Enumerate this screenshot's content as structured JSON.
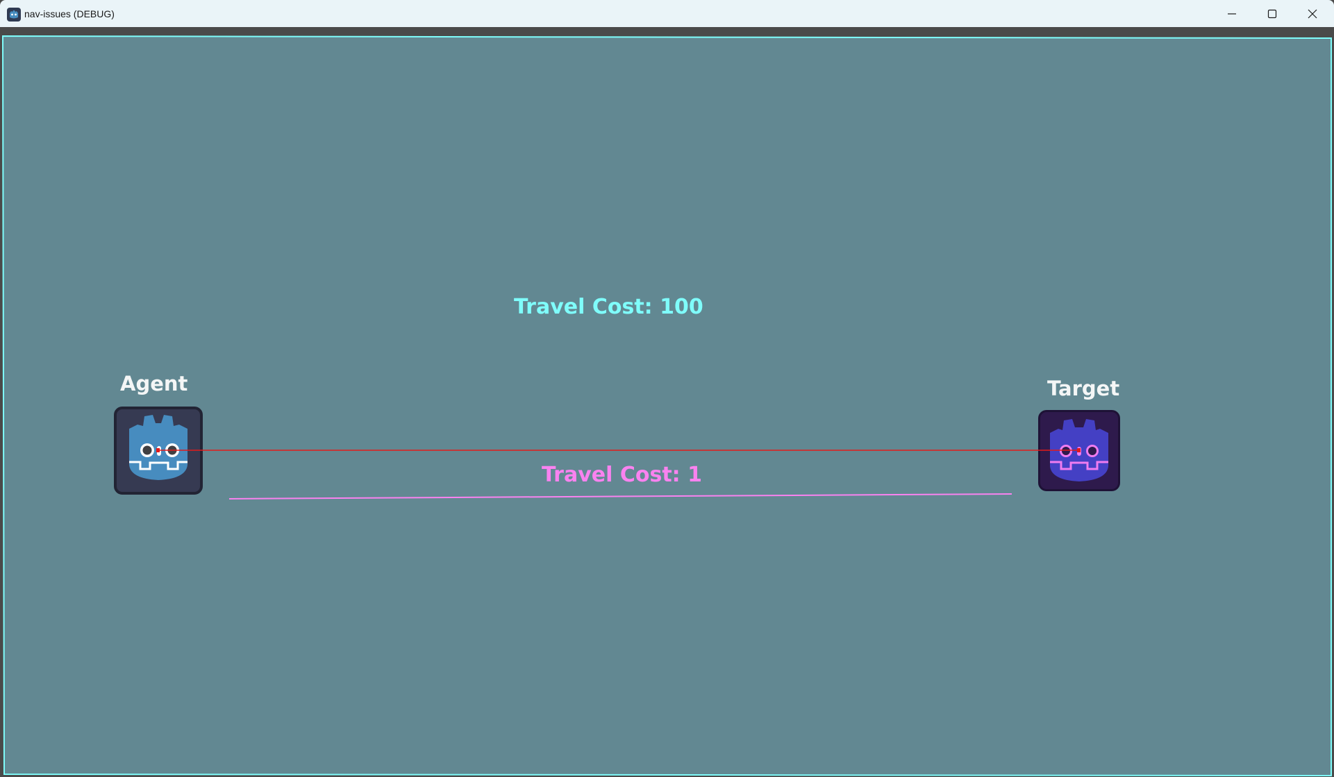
{
  "window": {
    "title": "nav-issues (DEBUG)",
    "controls": {
      "minimize": "minimize-icon",
      "maximize": "maximize-icon",
      "close": "close-icon"
    }
  },
  "scene": {
    "background_color": "#628892",
    "navmesh_border_color": "#7ffdfb",
    "path_line_color": "#e31a1a",
    "agent": {
      "label": "Agent",
      "icon": "godot-icon",
      "box_color": "#363a52",
      "head_color": "#478cbf"
    },
    "target": {
      "label": "Target",
      "icon": "godot-icon",
      "box_color": "#2e1a4c",
      "head_color": "#4440c4",
      "accent_color": "#f07cf0"
    },
    "regions": [
      {
        "label": "Travel Cost: 100",
        "color": "#7ffdfb"
      },
      {
        "label": "Travel Cost: 1",
        "color": "#fa82f0"
      }
    ]
  }
}
